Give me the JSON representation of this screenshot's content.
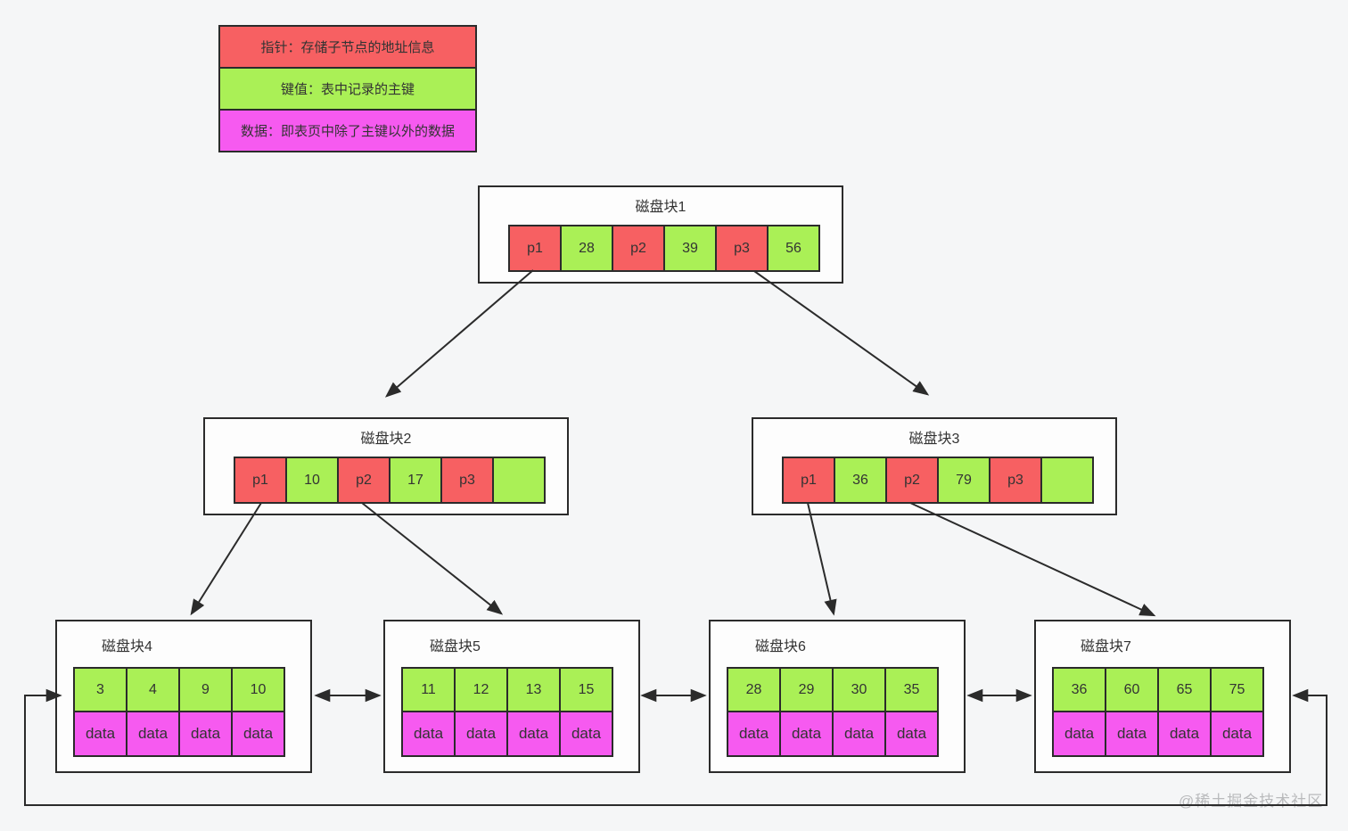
{
  "colors": {
    "pointer": "#f76062",
    "key": "#aaf056",
    "data": "#f65af0",
    "line": "#2b2b2b",
    "box_fill": "#fdfdfd",
    "background": "#f5f6f7",
    "watermark_color": "#b9babc",
    "text": "#333333"
  },
  "legend": {
    "pointer_label": "指针：存储子节点的地址信息",
    "key_label": "键值：表中记录的主键",
    "data_label": "数据：即表页中除了主键以外的数据"
  },
  "blocks": {
    "block1": {
      "title": "磁盘块1",
      "cells": [
        {
          "text": "p1",
          "type": "pointer"
        },
        {
          "text": "28",
          "type": "key"
        },
        {
          "text": "p2",
          "type": "pointer"
        },
        {
          "text": "39",
          "type": "key"
        },
        {
          "text": "p3",
          "type": "pointer"
        },
        {
          "text": "56",
          "type": "key"
        }
      ]
    },
    "block2": {
      "title": "磁盘块2",
      "cells": [
        {
          "text": "p1",
          "type": "pointer"
        },
        {
          "text": "10",
          "type": "key"
        },
        {
          "text": "p2",
          "type": "pointer"
        },
        {
          "text": "17",
          "type": "key"
        },
        {
          "text": "p3",
          "type": "pointer"
        },
        {
          "text": "",
          "type": "key"
        }
      ]
    },
    "block3": {
      "title": "磁盘块3",
      "cells": [
        {
          "text": "p1",
          "type": "pointer"
        },
        {
          "text": "36",
          "type": "key"
        },
        {
          "text": "p2",
          "type": "pointer"
        },
        {
          "text": "79",
          "type": "key"
        },
        {
          "text": "p3",
          "type": "pointer"
        },
        {
          "text": "",
          "type": "key"
        }
      ]
    },
    "block4": {
      "title": "磁盘块4",
      "keys": [
        "3",
        "4",
        "9",
        "10"
      ],
      "data": [
        "data",
        "data",
        "data",
        "data"
      ]
    },
    "block5": {
      "title": "磁盘块5",
      "keys": [
        "11",
        "12",
        "13",
        "15"
      ],
      "data": [
        "data",
        "data",
        "data",
        "data"
      ]
    },
    "block6": {
      "title": "磁盘块6",
      "keys": [
        "28",
        "29",
        "30",
        "35"
      ],
      "data": [
        "data",
        "data",
        "data",
        "data"
      ]
    },
    "block7": {
      "title": "磁盘块7",
      "keys": [
        "36",
        "60",
        "65",
        "75"
      ],
      "data": [
        "data",
        "data",
        "data",
        "data"
      ]
    }
  },
  "edges": [
    {
      "from": "block1.p1",
      "to": "block2",
      "bidirectional": false
    },
    {
      "from": "block1.p3",
      "to": "block3",
      "bidirectional": false
    },
    {
      "from": "block2.p1",
      "to": "block4",
      "bidirectional": false
    },
    {
      "from": "block2.p2",
      "to": "block5",
      "bidirectional": false
    },
    {
      "from": "block3.p1",
      "to": "block6",
      "bidirectional": false
    },
    {
      "from": "block3.p2",
      "to": "block7",
      "bidirectional": false
    },
    {
      "from": "block4",
      "to": "block5",
      "bidirectional": true
    },
    {
      "from": "block5",
      "to": "block6",
      "bidirectional": true
    },
    {
      "from": "block6",
      "to": "block7",
      "bidirectional": true
    },
    {
      "from": "block7",
      "to": "block4",
      "bidirectional": true,
      "route": "bottom-loop"
    }
  ],
  "watermark": "@稀土掘金技术社区"
}
